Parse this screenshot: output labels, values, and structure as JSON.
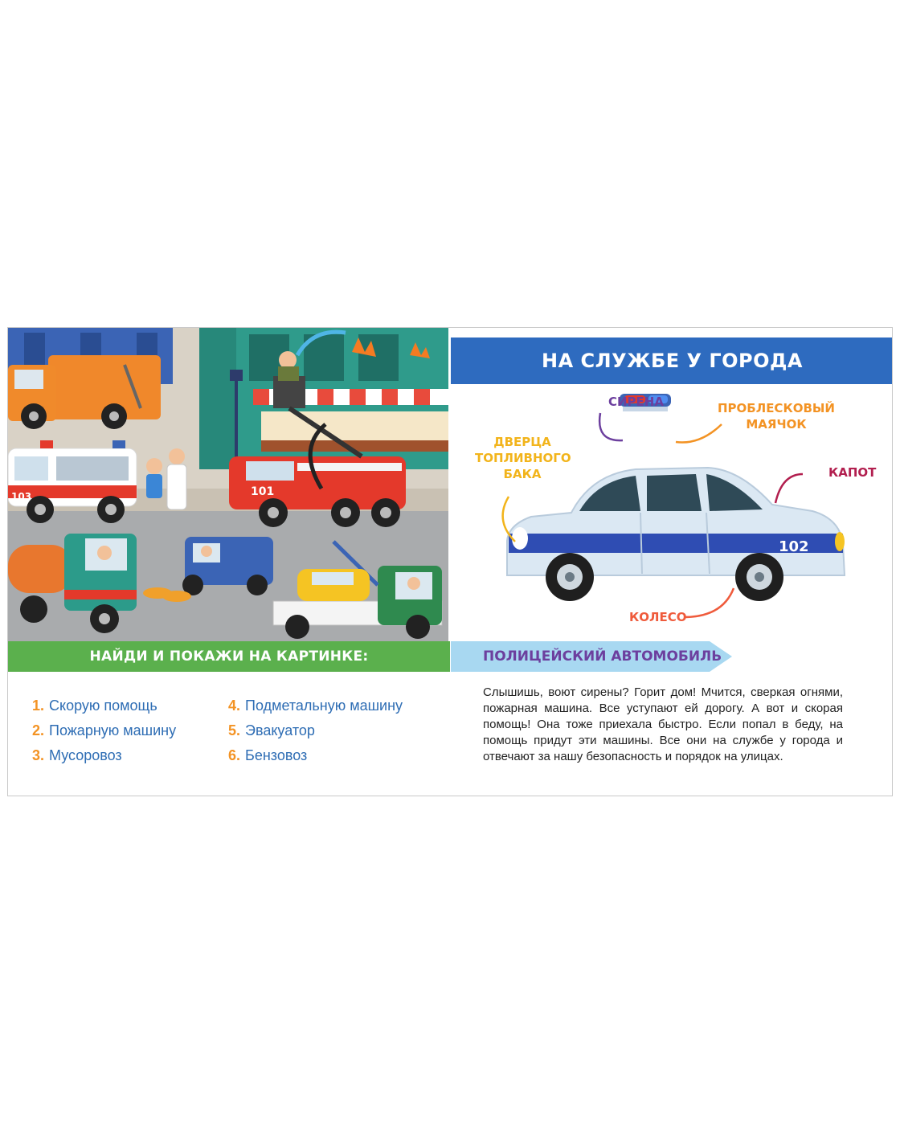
{
  "left_page": {
    "banner": "НАЙДИ И ПОКАЖИ НА КАРТИНКЕ:",
    "scene_labels": {
      "fire_truck": "101",
      "ambulance": "103"
    },
    "tasks_col1": [
      {
        "num": "1.",
        "label": "Скорую помощь"
      },
      {
        "num": "2.",
        "label": "Пожарную машину"
      },
      {
        "num": "3.",
        "label": "Мусоровоз"
      }
    ],
    "tasks_col2": [
      {
        "num": "4.",
        "label": "Подметальную машину"
      },
      {
        "num": "5.",
        "label": "Эвакуатор"
      },
      {
        "num": "6.",
        "label": "Бензовоз"
      }
    ]
  },
  "right_page": {
    "title": "НА СЛУЖБЕ У ГОРОДА",
    "car_number": "102",
    "callouts": {
      "siren": "СИРЕНА",
      "beacon_line1": "ПРОБЛЕСКОВЫЙ",
      "beacon_line2": "МАЯЧОК",
      "fuel_line1": "ДВЕРЦА",
      "fuel_line2": "ТОПЛИВНОГО",
      "fuel_line3": "БАКА",
      "hood": "КАПОТ",
      "wheel": "КОЛЕСО"
    },
    "banner": "ПОЛИЦЕЙСКИЙ АВТОМОБИЛЬ",
    "story": "Слышишь, воют сирены? Горит дом! Мчится, сверкая огнями, пожарная машина. Все уступают ей дорогу. А вот и скорая помощь! Она тоже приехала быстро. Если попал в беду, на помощь придут эти машины. Все они на службе у города и отвечают за нашу безопасность и порядок на улицах."
  },
  "colors": {
    "green_banner": "#5bb04d",
    "blue_banner": "#2e6bbf",
    "light_blue_banner": "#a8d8f1",
    "task_text": "#2e6db4",
    "task_number": "#f39324",
    "callout_purple": "#6c3f9e",
    "callout_orange": "#f39324",
    "callout_yellow": "#f2b41b",
    "callout_crimson": "#b21f4f",
    "callout_coral": "#ef5b3c"
  }
}
